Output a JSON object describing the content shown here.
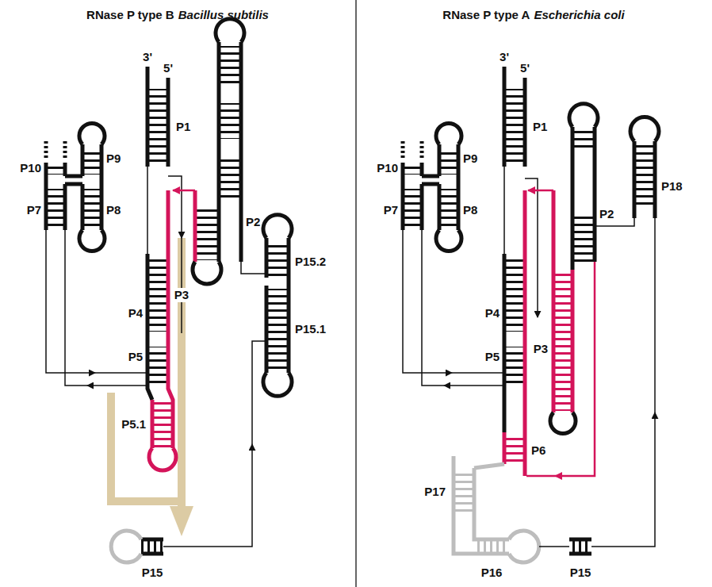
{
  "diagram": {
    "labels": [
      "RNase P type B",
      "Bacillus subtilis",
      "RNase P type A",
      "Escherichia coli",
      "3'",
      "5'",
      "P1",
      "P10",
      "P9",
      "P7",
      "P8",
      "P2",
      "P4",
      "P15.2",
      "P5",
      "P3",
      "P15.1",
      "P5.1",
      "P15",
      "3'",
      "5'",
      "P1",
      "P10",
      "P9",
      "P7",
      "P8",
      "P2",
      "P4",
      "P18",
      "P5",
      "P3",
      "P6",
      "P17",
      "P16",
      "P15"
    ]
  }
}
